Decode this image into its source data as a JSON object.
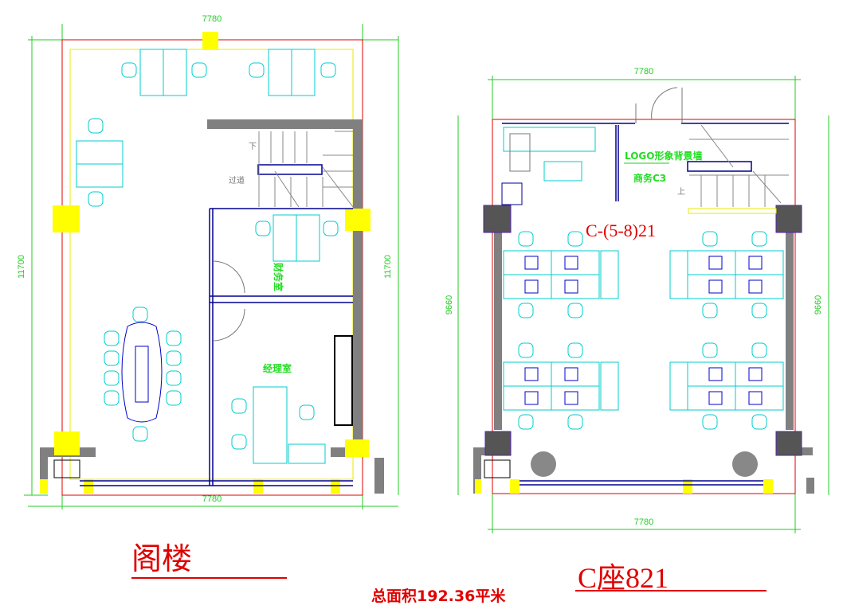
{
  "left_plan": {
    "dim_top": "7780",
    "dim_bottom": "7780",
    "dim_left": "11700",
    "dim_right": "11700",
    "rooms": {
      "corridor": "过道",
      "finance": "财务室",
      "manager": "经理室",
      "stair_down": "下"
    },
    "title": "阁楼"
  },
  "right_plan": {
    "dim_top": "7780",
    "dim_bottom": "7780",
    "dim_left": "9660",
    "dim_right": "9660",
    "logo_wall": "LOGO形象背景墙",
    "meeting": "商务C3",
    "unit_code": "C-(5-8)21",
    "stair_up": "上",
    "title": "C座821"
  },
  "total_area": "总面积192.36平米",
  "colors": {
    "wall": "#808080",
    "outline": "#e00000",
    "furniture": "#00cccc",
    "dimension": "#22cc22",
    "column": "#ffff00",
    "window": "#000090"
  }
}
